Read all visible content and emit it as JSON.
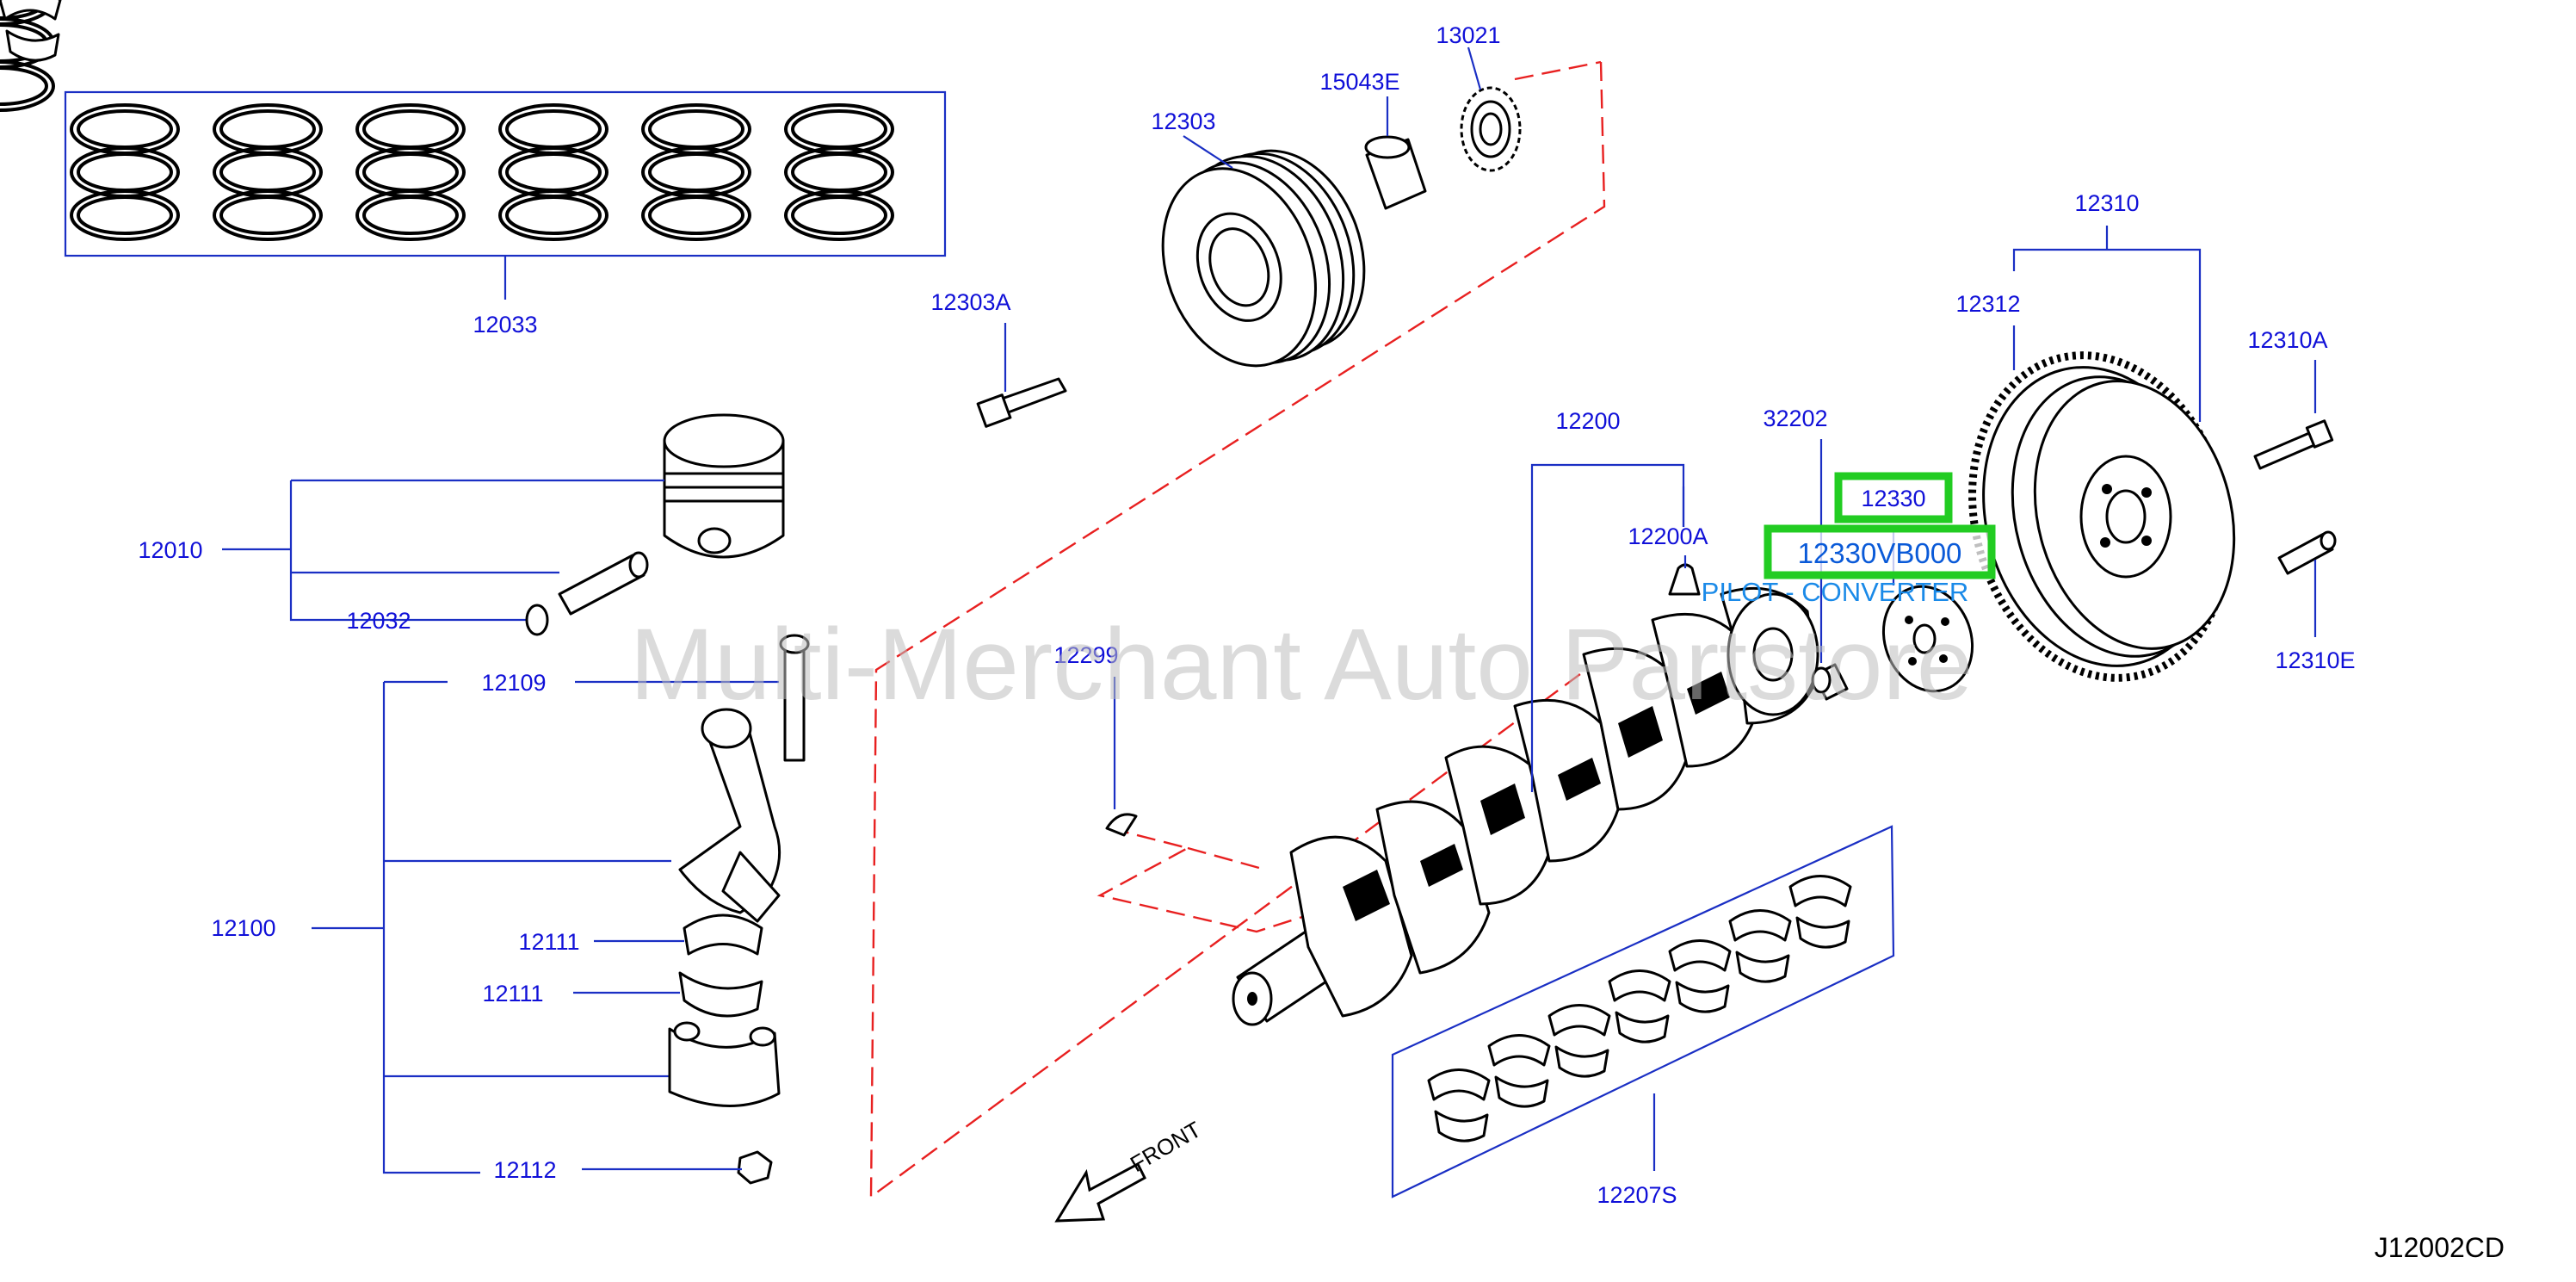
{
  "diagram": {
    "watermark": "Multi-Merchant Auto Partstore",
    "diagram_code": "J12002CD",
    "front_label": "FRONT",
    "labels": {
      "p12033": "12033",
      "p12303": "12303",
      "p15043E": "15043E",
      "p13021": "13021",
      "p12303A": "12303A",
      "p12010": "12010",
      "p12032": "12032",
      "p12109": "12109",
      "p12100": "12100",
      "p12111a": "12111",
      "p12111b": "12111",
      "p12112": "12112",
      "p12200": "12200",
      "p12200A": "12200A",
      "p12299": "12299",
      "p32202": "32202",
      "p12330": "12330",
      "p12310": "12310",
      "p12312": "12312",
      "p12310A": "12310A",
      "p12310E": "12310E",
      "p12207S": "12207S"
    },
    "highlight": {
      "part_number": "12330VB000",
      "description": "PILOT - CONVERTER",
      "color": "#22cc22"
    },
    "colors": {
      "label": "#1010d8",
      "leader": "#1a2fc4",
      "dashed_outline": "#e82020",
      "watermark": "#bdbdbd"
    }
  }
}
